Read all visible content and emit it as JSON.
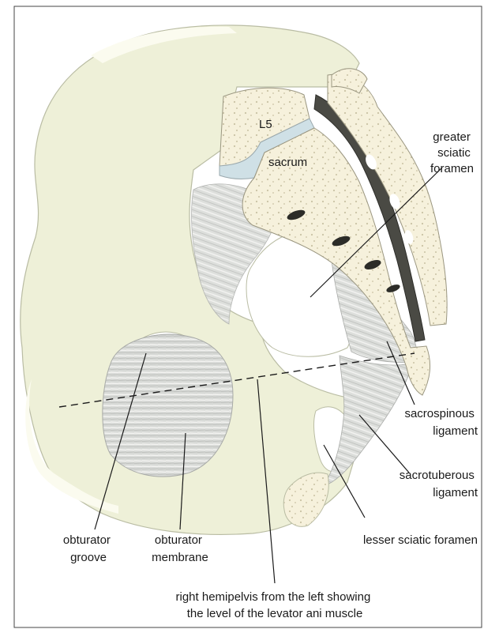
{
  "figure": {
    "labels": {
      "l5": "L5",
      "sacrum": "sacrum",
      "greater_sciatic_foramen": [
        "greater",
        "sciatic",
        "foramen"
      ],
      "sacrospinous_ligament": [
        "sacrospinous",
        "ligament"
      ],
      "sacrotuberous_ligament": [
        "sacrotuberous",
        "ligament"
      ],
      "obturator_groove": [
        "obturator",
        "groove"
      ],
      "obturator_membrane": [
        "obturator",
        "membrane"
      ],
      "lesser_sciatic_foramen": "lesser sciatic foramen",
      "caption": [
        "right hemipelvis from the left showing",
        "the level of the levator ani muscle"
      ]
    },
    "colors": {
      "bone": "#eef0d8",
      "bone_outline": "#b9bca3",
      "bone_shadow": "#d6d9bf",
      "cut_surface": "#f6f1dc",
      "disc": "#cfe0e6",
      "ligament": "#d9dbd8",
      "foramen_fill": "#ffffff",
      "leader": "#1a1a1a"
    }
  }
}
